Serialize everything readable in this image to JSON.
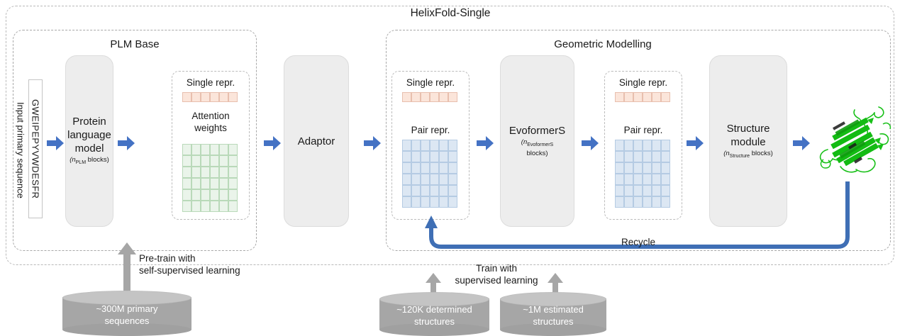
{
  "diagram": {
    "title": "HelixFold-Single",
    "sections": {
      "plm_base": "PLM Base",
      "geometric_modelling": "Geometric Modelling"
    },
    "input": {
      "sequence": "GWEIPEPYVWDESFR",
      "label": "Input primary sequence"
    },
    "modules": {
      "plm": {
        "line1": "Protein",
        "line2": "language",
        "line3": "model",
        "sub_prefix": "(n",
        "sub_sub": "PLM",
        "sub_suffix": " blocks)"
      },
      "adaptor": {
        "line1": "Adaptor"
      },
      "evoformers": {
        "line1": "EvoformerS",
        "sub_prefix": "(n",
        "sub_sub": "EvoformerS",
        "sub_suffix": "",
        "sub_line2": "blocks)"
      },
      "structure": {
        "line1": "Structure",
        "line2": "module",
        "sub_prefix": "(n",
        "sub_sub": "Structure",
        "sub_suffix": " blocks)"
      }
    },
    "repr": {
      "single": "Single repr.",
      "pair": "Pair repr.",
      "attention": "Attention weights",
      "attention_line1": "Attention",
      "attention_line2": "weights"
    },
    "recycle_label": "Recycle",
    "training": {
      "pretrain_line1": "Pre-train with",
      "pretrain_line2": "self-supervised learning",
      "train_line1": "Train with",
      "train_line2": "supervised learning"
    },
    "databases": [
      {
        "line1": "~300M primary",
        "line2": "sequences"
      },
      {
        "line1": "~120K determined",
        "line2": "structures"
      },
      {
        "line1": "~1M estimated",
        "line2": "structures"
      }
    ],
    "output": {
      "label": "predicted-protein-structure"
    },
    "colors": {
      "arrow_blue": "#4472c4",
      "recycle_blue": "#3f6fb5",
      "module_grey": "#ededed",
      "single_repr": "#fbe5da",
      "pair_repr": "#dce7f3",
      "attention_green": "#eaf4ea",
      "database_grey": "#a6a6a6",
      "protein_green": "#22cc22"
    }
  }
}
